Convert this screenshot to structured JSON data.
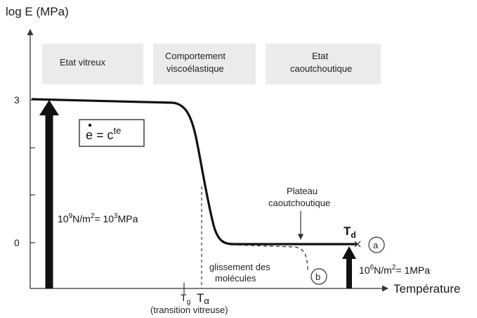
{
  "axes": {
    "y_label": "log E (MPa)",
    "x_label": "Température",
    "y_ticks": [
      "3",
      "0"
    ]
  },
  "regions": {
    "glassy": "Etat vitreux",
    "visco_line1": "Comportement",
    "visco_line2": "viscoélastique",
    "rubber_line1": "Etat",
    "rubber_line2": "caoutchoutique"
  },
  "formula": {
    "e": "e",
    "eq": " = c",
    "sup": "te"
  },
  "annotations": {
    "modulus_high_base": "10",
    "modulus_high_exp1": "9",
    "modulus_high_mid": "N/m",
    "modulus_high_exp2": "2",
    "modulus_high_rest": "= 10",
    "modulus_high_exp3": "3",
    "modulus_high_unit": "MPa",
    "modulus_low_base": "10",
    "modulus_low_exp1": "6",
    "modulus_low_mid": "N/m",
    "modulus_low_exp2": "2",
    "modulus_low_rest": "= 1MPa",
    "plateau_line1": "Plateau",
    "plateau_line2": "caoutchoutique",
    "slip_line1": "glissement des",
    "slip_line2": "molécules",
    "td_main": "T",
    "td_sub": "d",
    "tg_main": "T",
    "tg_sub": "g",
    "ta_main": "T",
    "ta_sub": "α",
    "transition": "(transition vitreuse)",
    "circle_a": "a",
    "circle_b": "b"
  }
}
